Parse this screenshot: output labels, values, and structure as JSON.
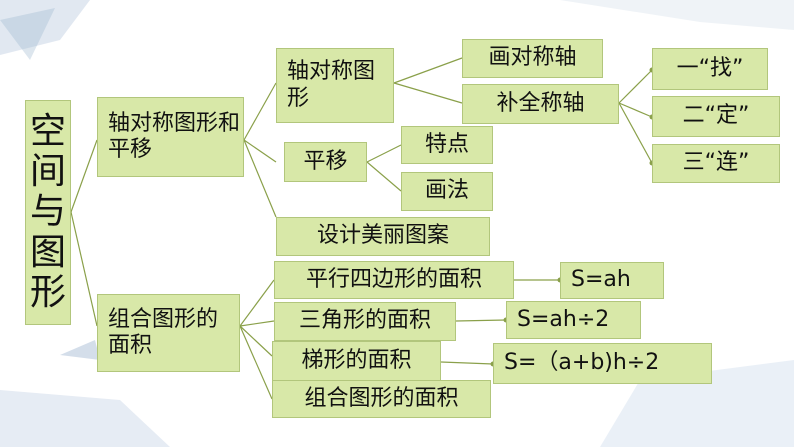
{
  "root": "空间与图形",
  "branches": {
    "symmetry_translation": "轴对称图形和平移",
    "composite_area": "组合图形的面积"
  },
  "symmetry": {
    "axis_figure": "轴对称图形",
    "draw_axis": "画对称轴",
    "complete_axis": "补全称轴",
    "steps": [
      "一“找”",
      "二“定”",
      "三“连”"
    ],
    "translation": "平移",
    "translation_features": "特点",
    "translation_method": "画法",
    "design": "设计美丽图案"
  },
  "areas": {
    "parallelogram": "平行四边形的面积",
    "parallelogram_formula": "S=ah",
    "triangle": "三角形的面积",
    "triangle_formula": "S=ah÷2",
    "trapezoid": "梯形的面积",
    "trapezoid_formula": "S=（a+b)h÷2",
    "composite": "组合图形的面积"
  },
  "colors": {
    "node_fill": "#d8e8a8",
    "node_border": "#b2c67c",
    "connector": "#8aa04a"
  }
}
